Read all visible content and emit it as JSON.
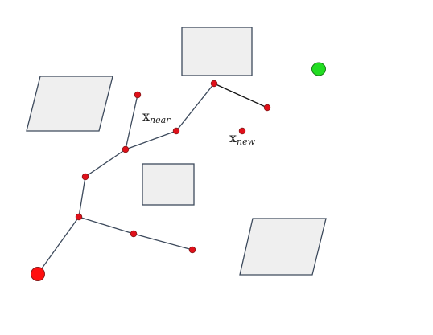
{
  "colors": {
    "background": "#ffffff",
    "obstacle_fill": "#efefef",
    "obstacle_stroke": "#3d4a5c",
    "edge": "#3d4a5c",
    "node_fill": "#e0101a",
    "node_stroke": "#8a1a1a",
    "start_fill": "#ff1010",
    "goal_fill": "#22dd22",
    "goal_stroke": "#1a7a1a",
    "new_edge": "#111111",
    "text": "#222222"
  },
  "labels": {
    "near_main": "x",
    "near_sub": "near",
    "new_main": "x",
    "new_sub": "new"
  },
  "icons": {
    "start": "start-node-circle",
    "goal": "goal-node-circle"
  }
}
